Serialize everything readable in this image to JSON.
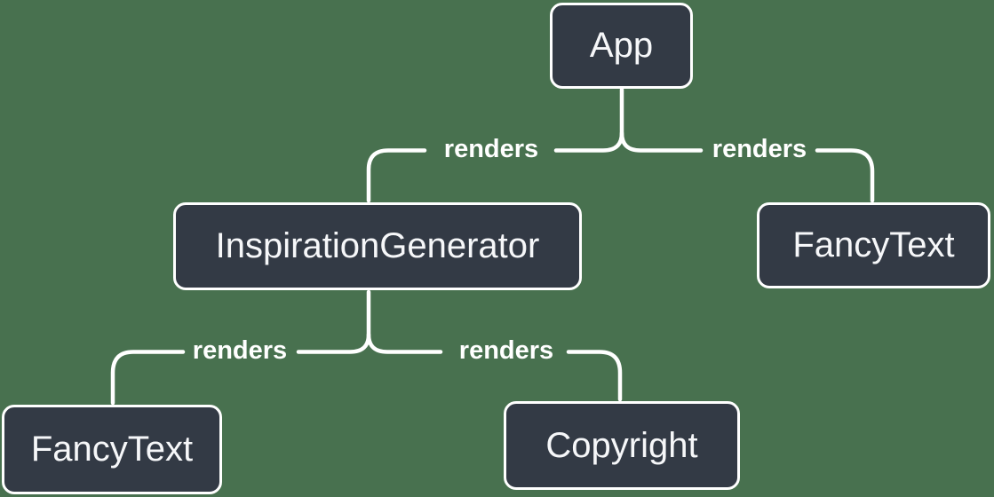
{
  "colors": {
    "background": "#48714F",
    "node_fill": "#333A45",
    "node_border": "#FFFFFF",
    "node_text": "#F6F7F9",
    "connector": "#FFFFFF",
    "edge_label_text": "#FFFFFF"
  },
  "diagram": {
    "type": "component-render-tree",
    "nodes": [
      {
        "id": "app",
        "label": "App"
      },
      {
        "id": "inspiration-generator",
        "label": "InspirationGenerator"
      },
      {
        "id": "fancy-text-top-right",
        "label": "FancyText"
      },
      {
        "id": "fancy-text-bottom-left",
        "label": "FancyText"
      },
      {
        "id": "copyright",
        "label": "Copyright"
      }
    ],
    "edges": [
      {
        "from": "App",
        "to": "InspirationGenerator",
        "label": "renders"
      },
      {
        "from": "App",
        "to": "FancyText",
        "label": "renders"
      },
      {
        "from": "InspirationGenerator",
        "to": "FancyText",
        "label": "renders"
      },
      {
        "from": "InspirationGenerator",
        "to": "Copyright",
        "label": "renders"
      }
    ]
  }
}
